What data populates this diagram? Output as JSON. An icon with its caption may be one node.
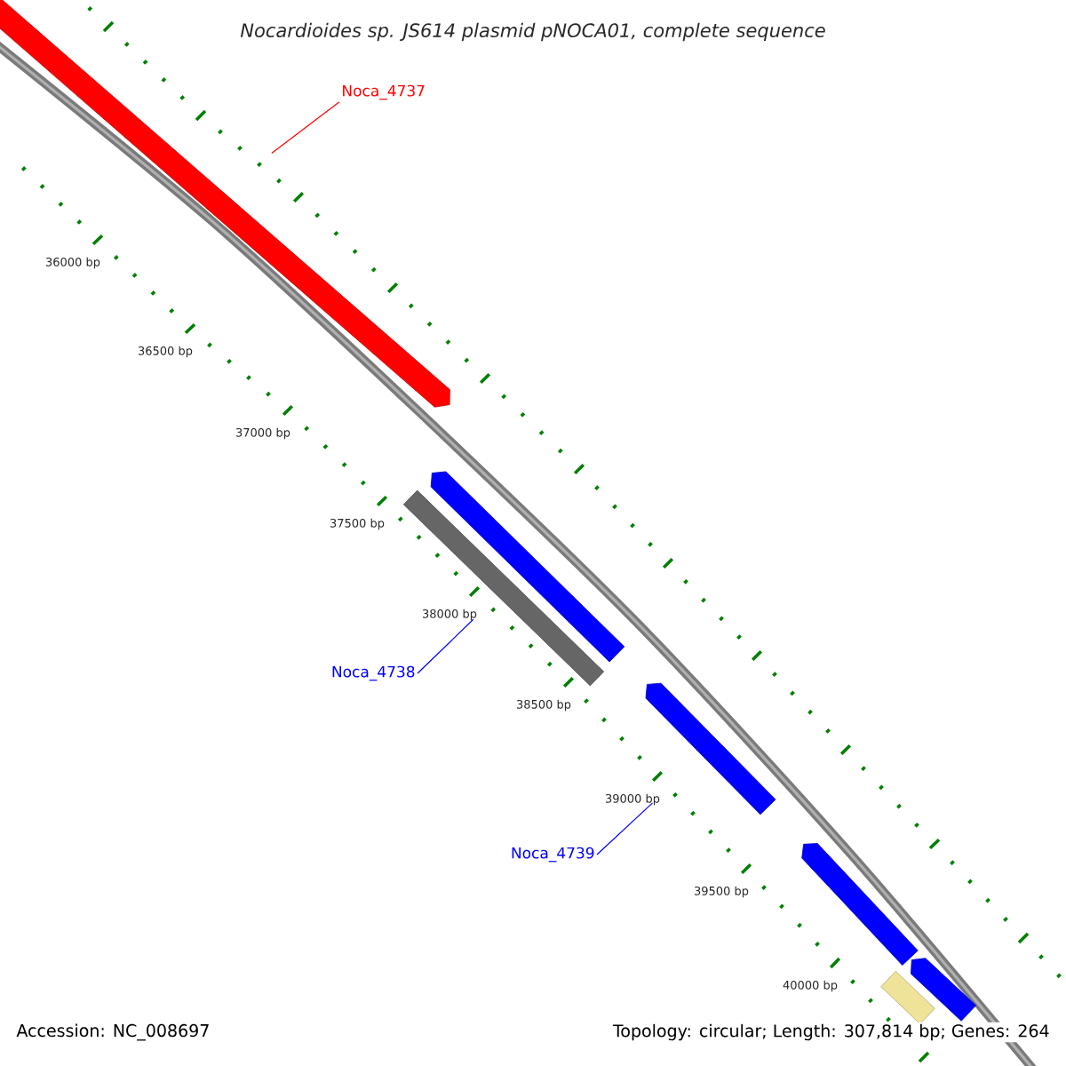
{
  "diagram": {
    "title": "Nocardioides sp. JS614 plasmid pNOCA01, complete sequence",
    "nodes": [
      {
        "text": [
          "Noca_4737"
        ]
      },
      {
        "text": [],
        "shape": "bar"
      },
      {
        "text": [],
        "shape": "bar"
      },
      {
        "text": [],
        "shape": "bar"
      },
      {
        "text": [
          "Noca_4738"
        ]
      },
      {
        "text": [],
        "shape": "bar"
      },
      {
        "text": [
          "Noca_4739"
        ]
      },
      {
        "text": [],
        "shape": "bar"
      },
      {
        "text": [],
        "shape": "bar"
      },
      {
        "text": [],
        "shape": "bar"
      }
    ],
    "edges": [
      {
        "from": 0,
        "to": 1,
        "arrow": "none",
        "color": "#ff0000"
      },
      {
        "from": 4,
        "to": 2,
        "arrow": "none"
      },
      {
        "from": 6,
        "to": 5,
        "arrow": "none"
      }
    ],
    "labels": [
      "36000 bp",
      "36500 bp",
      "37000 bp",
      "37500 bp",
      "38000 bp",
      "38500 bp",
      "39000 bp",
      "39500 bp",
      "40000 bp",
      "Accession: NC_008697",
      "Topology: circular; Length: 307,814 bp; Genes: 264"
    ]
  }
}
